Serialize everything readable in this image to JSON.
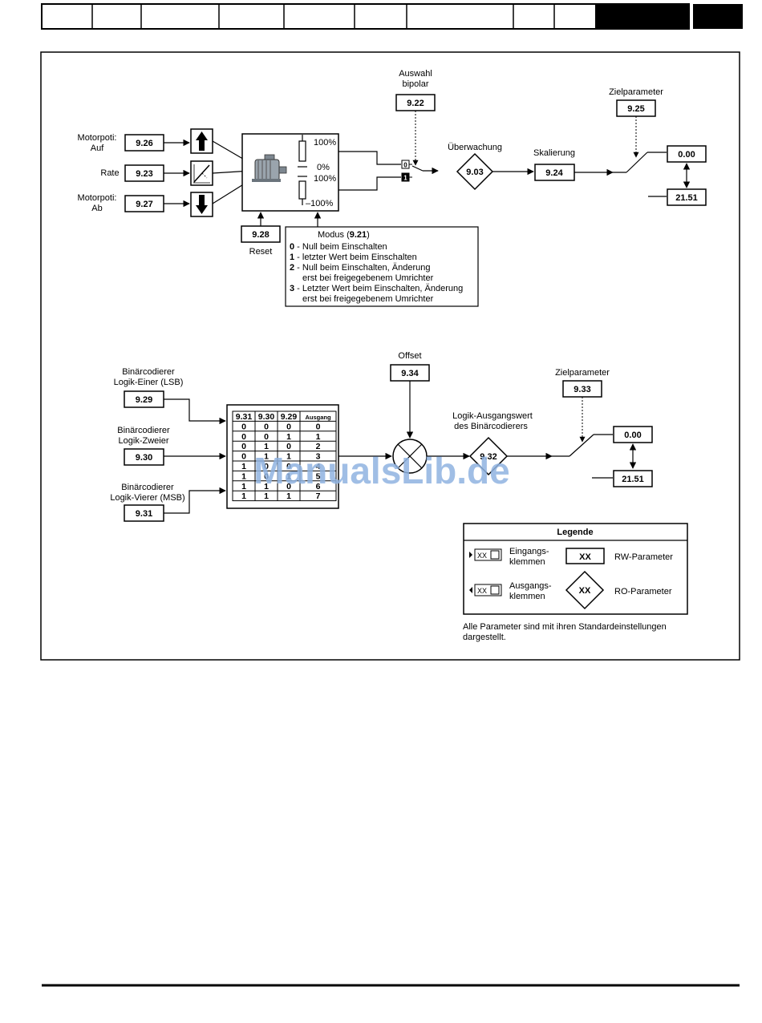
{
  "upper": {
    "labels": {
      "auswahl": "Auswahl",
      "bipolar": "bipolar",
      "motorpoti_auf_1": "Motorpoti:",
      "motorpoti_auf_2": "Auf",
      "rate": "Rate",
      "motorpoti_ab_1": "Motorpoti:",
      "motorpoti_ab_2": "Ab",
      "reset": "Reset",
      "ueberwachung": "Überwachung",
      "skalierung": "Skalierung",
      "zielparameter": "Zielparameter"
    },
    "params": {
      "p926": "9.26",
      "p923": "9.23",
      "p927": "9.27",
      "p928": "9.28",
      "p922": "9.22",
      "p903": "9.03",
      "p924": "9.24",
      "p925": "9.25",
      "out_value": "0.00",
      "out_dest": "21.51"
    },
    "motor_block": {
      "plus100": "100%",
      "zero": "0%",
      "pos100": "100%",
      "neg100": "–100%"
    },
    "switch": {
      "in0": "0",
      "in1": "1"
    },
    "modus": {
      "title_prefix": "Modus (",
      "title_param": "9.21",
      "title_suffix": ")",
      "items": [
        {
          "num": "0",
          "text": " - Null beim Einschalten"
        },
        {
          "num": "1",
          "text": " - letzter Wert beim Einschalten"
        },
        {
          "num": "2",
          "text": " - Null beim Einschalten, Änderung"
        },
        {
          "num": "",
          "text": "erst bei freigegebenem Umrichter"
        },
        {
          "num": "3",
          "text": " - Letzter Wert beim Einschalten, Änderung"
        },
        {
          "num": "",
          "text": "erst bei freigegebenem Umrichter"
        }
      ]
    }
  },
  "lower": {
    "labels": {
      "lsb_1": "Binärcodierer",
      "lsb_2": "Logik-Einer (LSB)",
      "zweier_1": "Binärcodierer",
      "zweier_2": "Logik-Zweier",
      "msb_1": "Binärcodierer",
      "msb_2": "Logik-Vierer (MSB)",
      "offset": "Offset",
      "ausgangswert_1": "Logik-Ausgangswert",
      "ausgangswert_2": "des Binärcodierers",
      "zielparameter": "Zielparameter"
    },
    "params": {
      "p929": "9.29",
      "p930": "9.30",
      "p931": "9.31",
      "p934": "9.34",
      "p932": "9.32",
      "p933": "9.33",
      "out_value": "0.00",
      "out_dest": "21.51"
    },
    "truth_table": {
      "headers": [
        "9.31",
        "9.30",
        "9.29",
        "Ausgang"
      ],
      "rows": [
        [
          "0",
          "0",
          "0",
          "0"
        ],
        [
          "0",
          "0",
          "1",
          "1"
        ],
        [
          "0",
          "1",
          "0",
          "2"
        ],
        [
          "0",
          "1",
          "1",
          "3"
        ],
        [
          "1",
          "0",
          "0",
          "4"
        ],
        [
          "1",
          "0",
          "1",
          "5"
        ],
        [
          "1",
          "1",
          "0",
          "6"
        ],
        [
          "1",
          "1",
          "1",
          "7"
        ]
      ]
    }
  },
  "legend": {
    "title": "Legende",
    "eingang_1": "Eingangs-",
    "eingang_2": "klemmen",
    "ausgang_1": "Ausgangs-",
    "ausgang_2": "klemmen",
    "rw_symbol": "XX",
    "rw_label": "RW-Parameter",
    "ro_symbol": "XX",
    "ro_label": "RO-Parameter",
    "term_symbol": "XX"
  },
  "note": {
    "line1": "Alle Parameter sind mit ihren Standardeinstellungen",
    "line2": "dargestellt."
  },
  "watermark": "ManualsLib.de",
  "colors": {
    "ink": "#000000",
    "watermark": "#8fb3e0",
    "motor_body": "#9aa4ad"
  }
}
